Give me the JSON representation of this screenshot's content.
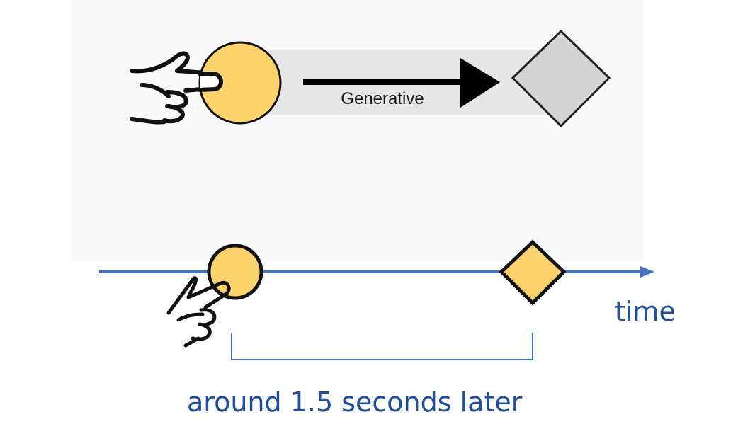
{
  "generative_panel": {
    "arrow_label": "Generative",
    "colors": {
      "band": "#e6e6e6",
      "input_circle": "#fdd46c",
      "output_diamond": "#d4d4d4",
      "stroke": "#111111"
    },
    "icons": {
      "hand": "pointing-hand-icon",
      "input": "circle-icon",
      "output": "diamond-icon"
    }
  },
  "timeline": {
    "axis_label": "time",
    "delay_caption": "around 1.5 seconds later",
    "colors": {
      "axis": "#4472c4",
      "marker_fill": "#fdd46c",
      "text": "#1f4e9a"
    },
    "icons": {
      "hand": "pointing-hand-icon",
      "start_marker": "circle-icon",
      "end_marker": "diamond-icon"
    }
  }
}
